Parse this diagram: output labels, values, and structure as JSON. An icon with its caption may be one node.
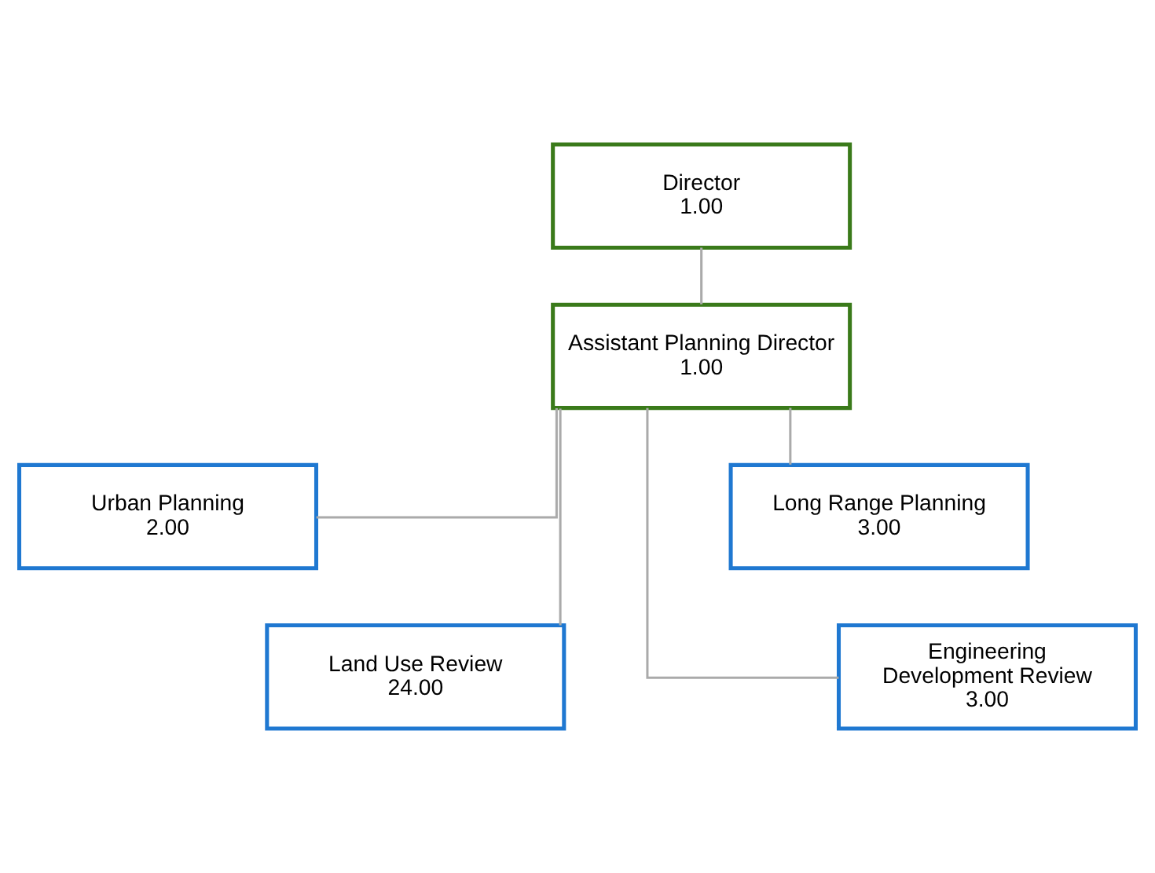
{
  "diagram": {
    "nodes": [
      {
        "text": [
          "Director",
          "1.00"
        ]
      },
      {
        "text": [
          "Assistant Planning Director",
          "1.00"
        ]
      },
      {
        "text": [
          "Urban Planning",
          "2.00"
        ]
      },
      {
        "text": [
          "Long Range Planning",
          "3.00"
        ]
      },
      {
        "text": [
          "Land Use Review",
          "24.00"
        ]
      },
      {
        "text": [
          "Engineering Development Review",
          "3.00"
        ]
      }
    ],
    "edges": [
      {
        "from": 0,
        "to": 1,
        "arrow": "none"
      },
      {
        "from": 1,
        "to": 2,
        "arrow": "none"
      },
      {
        "from": 1,
        "to": 3,
        "arrow": "none"
      },
      {
        "from": 1,
        "to": 4,
        "arrow": "none"
      },
      {
        "from": 1,
        "to": 5,
        "arrow": "none"
      }
    ]
  }
}
